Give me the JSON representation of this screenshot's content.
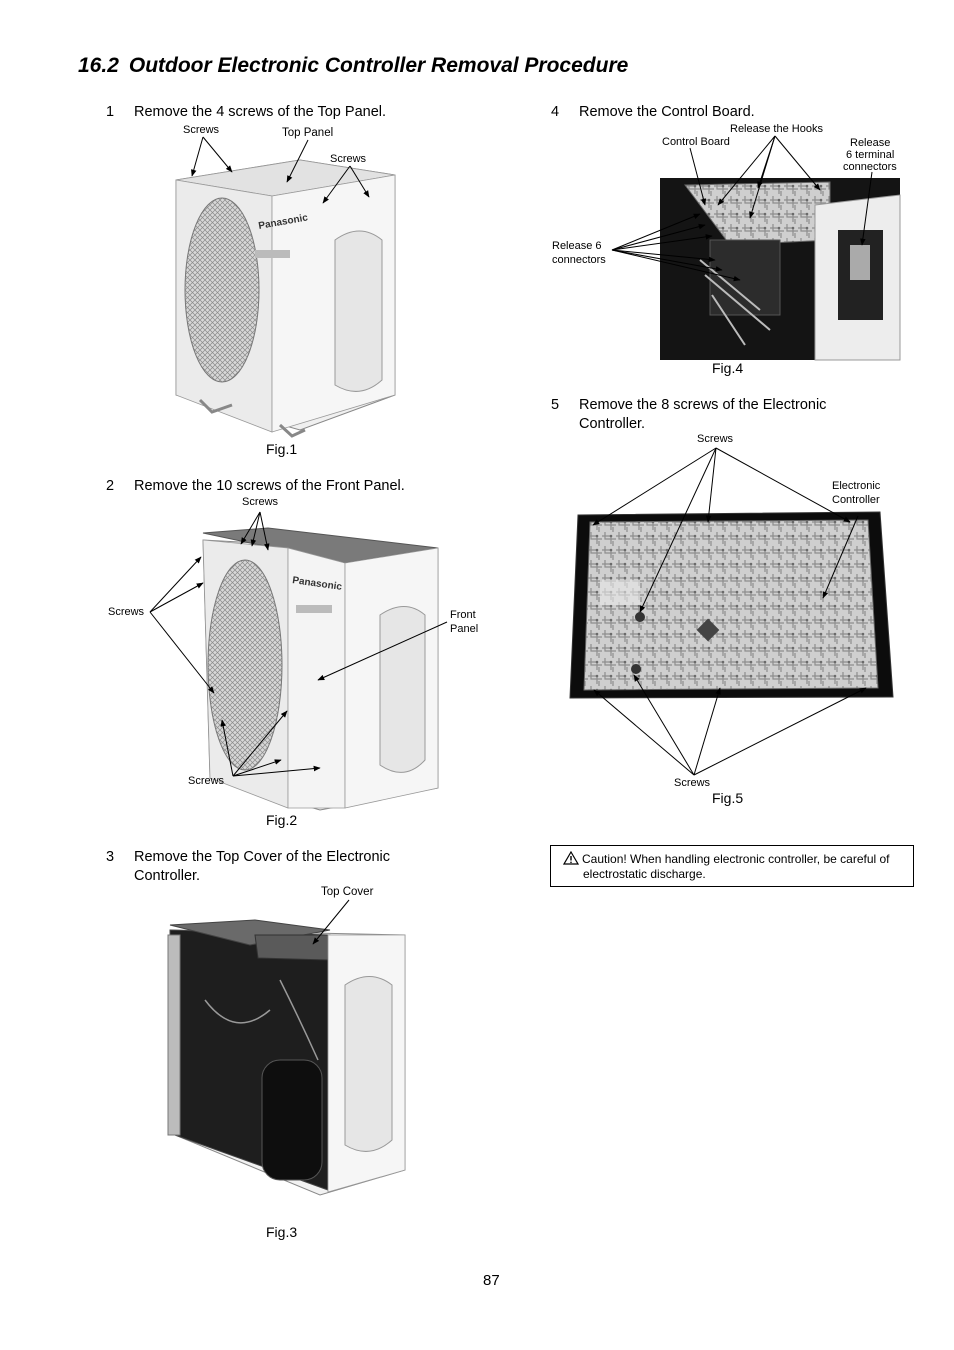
{
  "section": {
    "number": "16.2",
    "title": "Outdoor Electronic Controller Removal Procedure"
  },
  "steps": [
    {
      "num": "1",
      "text": "Remove the 4 screws of the Top Panel."
    },
    {
      "num": "2",
      "text": "Remove the 10 screws of the Front Panel."
    },
    {
      "num": "3",
      "text_lines": [
        "Remove the Top Cover of the Electronic",
        "Controller."
      ]
    },
    {
      "num": "4",
      "text": "Remove the Control Board."
    },
    {
      "num": "5",
      "text_lines": [
        "Remove the 8 screws of the Electronic",
        "Controller."
      ]
    }
  ],
  "figures": {
    "fig1": {
      "caption": "Fig.1",
      "labels": {
        "screws_left": "Screws",
        "top_panel": "Top Panel",
        "screws_right": "Screws"
      },
      "brand": "Panasonic"
    },
    "fig2": {
      "caption": "Fig.2",
      "labels": {
        "screws_top": "Screws",
        "screws_left": "Screws",
        "screws_bottom": "Screws",
        "front_panel_1": "Front",
        "front_panel_2": "Panel"
      },
      "brand": "Panasonic"
    },
    "fig3": {
      "caption": "Fig.3",
      "labels": {
        "top_cover": "Top Cover"
      }
    },
    "fig4": {
      "caption": "Fig.4",
      "labels": {
        "control_board": "Control Board",
        "release_hooks": "Release the Hooks",
        "release_terminal": [
          "Release",
          "6 terminal",
          "connectors"
        ],
        "release_connectors": [
          "Release 6",
          "connectors"
        ]
      }
    },
    "fig5": {
      "caption": "Fig.5",
      "labels": {
        "screws_top": "Screws",
        "screws_bottom": "Screws",
        "electronic_controller": [
          "Electronic",
          "Controller"
        ]
      }
    }
  },
  "caution": {
    "icon": "warning-triangle-icon",
    "line1": "Caution! When handling electronic controller, be careful of",
    "line2": "electrostatic discharge."
  },
  "page_number": "87"
}
